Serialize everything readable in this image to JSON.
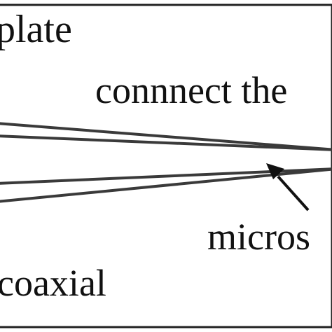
{
  "labels": {
    "top_left": "plate",
    "middle": "connnect the",
    "lower_right": "micros",
    "bottom_left": "coaxial"
  },
  "colors": {
    "ink": "#111111",
    "line": "#3a3a3a",
    "border": "#222222",
    "background": "#ffffff"
  }
}
